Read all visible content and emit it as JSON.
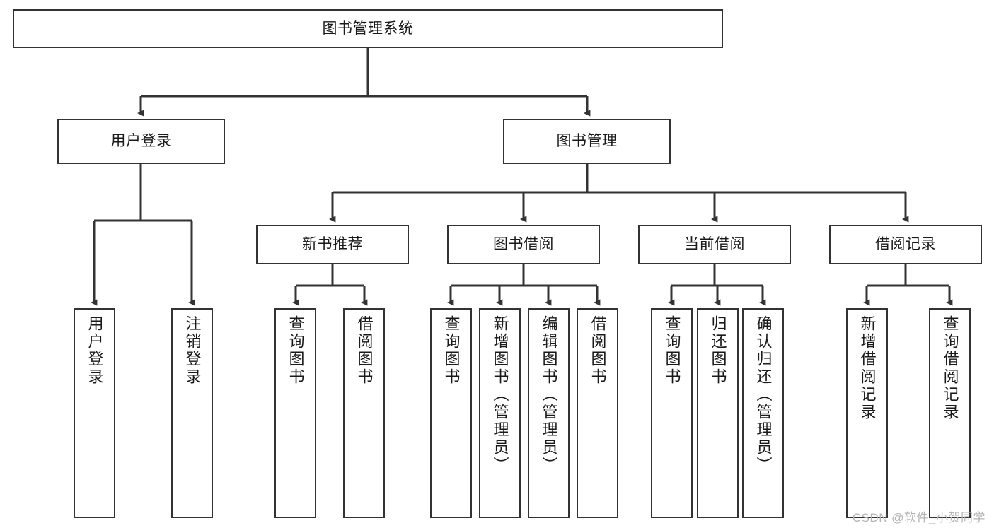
{
  "diagram": {
    "type": "tree",
    "title": "图书管理系统",
    "watermark": "CSDN @软件_小贺同学",
    "colors": {
      "box_border": "#333333",
      "box_fill": "#ffffff",
      "line": "#333333",
      "text": "#1a1a1a",
      "watermark": "#b4b4b4",
      "background": "#ffffff"
    },
    "nodes": {
      "root": "图书管理系统",
      "level2": [
        "用户登录",
        "图书管理"
      ],
      "level3": [
        "新书推荐",
        "图书借阅",
        "当前借阅",
        "借阅记录"
      ],
      "leaves": {
        "user_login": [
          "用户登录",
          "注销登录"
        ],
        "new_book": [
          "查询图书",
          "借阅图书"
        ],
        "book_borrow": [
          "查询图书",
          "新增图书（管理员）",
          "编辑图书（管理员）",
          "借阅图书"
        ],
        "current_borrow": [
          "查询图书",
          "归还图书",
          "确认归还（管理员）"
        ],
        "borrow_record": [
          "新增借阅记录",
          "查询借阅记录"
        ]
      }
    }
  }
}
